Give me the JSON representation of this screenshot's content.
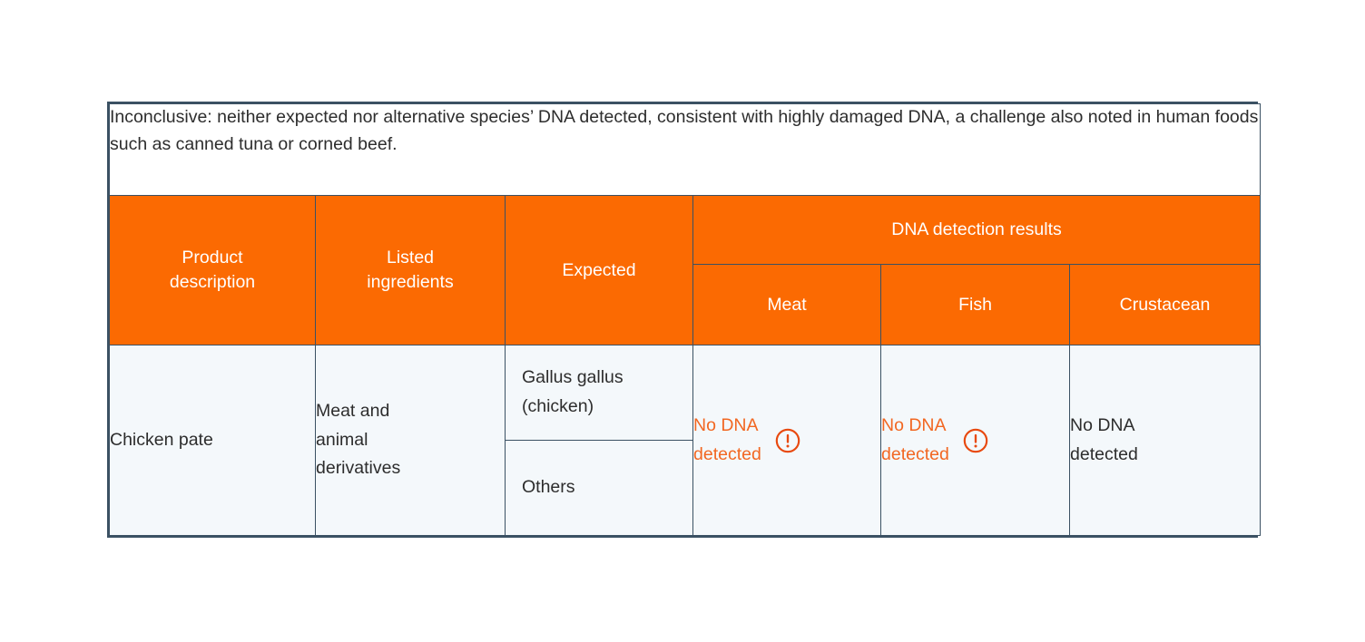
{
  "note": {
    "text": "Inconclusive: neither expected nor alternative species’ DNA detected, consistent with highly damaged DNA, a challenge also noted in human foods such as canned tuna or corned beef."
  },
  "colors": {
    "header_background": "#fb6a02",
    "header_text": "#ffffff",
    "cell_background": "#f4f8fb",
    "border": "#3b5163",
    "alert_text": "#f26722",
    "alert_icon": "#e8490f",
    "body_text": "#2d2d2d"
  },
  "header": {
    "product_description": "Product\ndescription",
    "listed_ingredients": "Listed\ningredients",
    "expected": "Expected",
    "dna_detection_results": "DNA detection results",
    "meat": "Meat",
    "fish": "Fish",
    "crustacean": "Crustacean"
  },
  "rows": [
    {
      "product_description": "Chicken pate",
      "listed_ingredients": "Meat and\nanimal\nderivatives",
      "expected_primary": "Gallus gallus\n(chicken)",
      "expected_secondary": "Others",
      "meat": {
        "text": "No DNA\ndetected",
        "alert": true,
        "icon": "warning-circle-icon"
      },
      "fish": {
        "text": "No DNA\ndetected",
        "alert": true,
        "icon": "warning-circle-icon"
      },
      "crustacean": {
        "text": "No DNA\ndetected",
        "alert": false,
        "icon": null
      }
    }
  ]
}
